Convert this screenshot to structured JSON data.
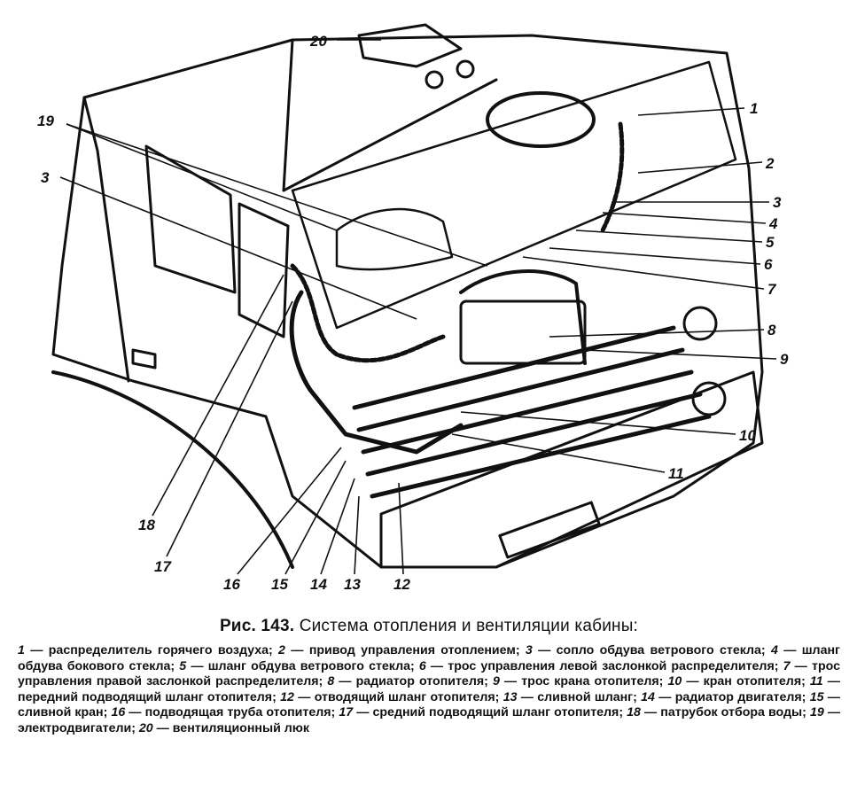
{
  "figure": {
    "callouts": [
      {
        "id": "1",
        "label": "1"
      },
      {
        "id": "2",
        "label": "2"
      },
      {
        "id": "3r",
        "label": "3"
      },
      {
        "id": "4",
        "label": "4"
      },
      {
        "id": "5",
        "label": "5"
      },
      {
        "id": "6",
        "label": "6"
      },
      {
        "id": "7",
        "label": "7"
      },
      {
        "id": "8",
        "label": "8"
      },
      {
        "id": "9",
        "label": "9"
      },
      {
        "id": "10",
        "label": "10"
      },
      {
        "id": "11",
        "label": "11"
      },
      {
        "id": "12",
        "label": "12"
      },
      {
        "id": "13",
        "label": "13"
      },
      {
        "id": "14",
        "label": "14"
      },
      {
        "id": "15",
        "label": "15"
      },
      {
        "id": "16",
        "label": "16"
      },
      {
        "id": "17",
        "label": "17"
      },
      {
        "id": "18",
        "label": "18"
      },
      {
        "id": "19",
        "label": "19"
      },
      {
        "id": "3l",
        "label": "3"
      },
      {
        "id": "20",
        "label": "20"
      }
    ]
  },
  "caption": {
    "fig_label": "Рис. 143.",
    "title": "Система отопления и вентиляции кабины:"
  },
  "legend": [
    {
      "num": "1",
      "text": "распределитель горячего воздуха;"
    },
    {
      "num": "2",
      "text": "привод управления отоплением;"
    },
    {
      "num": "3",
      "text": "сопло обдува ветрового стекла;"
    },
    {
      "num": "4",
      "text": "шланг обдува бокового стекла;"
    },
    {
      "num": "5",
      "text": "шланг обдува ветрового стекла;"
    },
    {
      "num": "6",
      "text": "трос управления левой заслонкой распределителя;"
    },
    {
      "num": "7",
      "text": "трос управления правой заслонкой распределителя;"
    },
    {
      "num": "8",
      "text": "радиатор отопителя;"
    },
    {
      "num": "9",
      "text": "трос крана отопителя;"
    },
    {
      "num": "10",
      "text": "кран отопителя;"
    },
    {
      "num": "11",
      "text": "передний подводящий шланг отопителя;"
    },
    {
      "num": "12",
      "text": "отводящий шланг отопителя;"
    },
    {
      "num": "13",
      "text": "сливной шланг;"
    },
    {
      "num": "14",
      "text": "радиатор двигателя;"
    },
    {
      "num": "15",
      "text": "сливной кран;"
    },
    {
      "num": "16",
      "text": "подводящая труба отопителя;"
    },
    {
      "num": "17",
      "text": "средний подводящий шланг отопителя;"
    },
    {
      "num": "18",
      "text": "патрубок отбора воды;"
    },
    {
      "num": "19",
      "text": "электродвигатели;"
    },
    {
      "num": "20",
      "text": "вентиляционный люк"
    }
  ]
}
